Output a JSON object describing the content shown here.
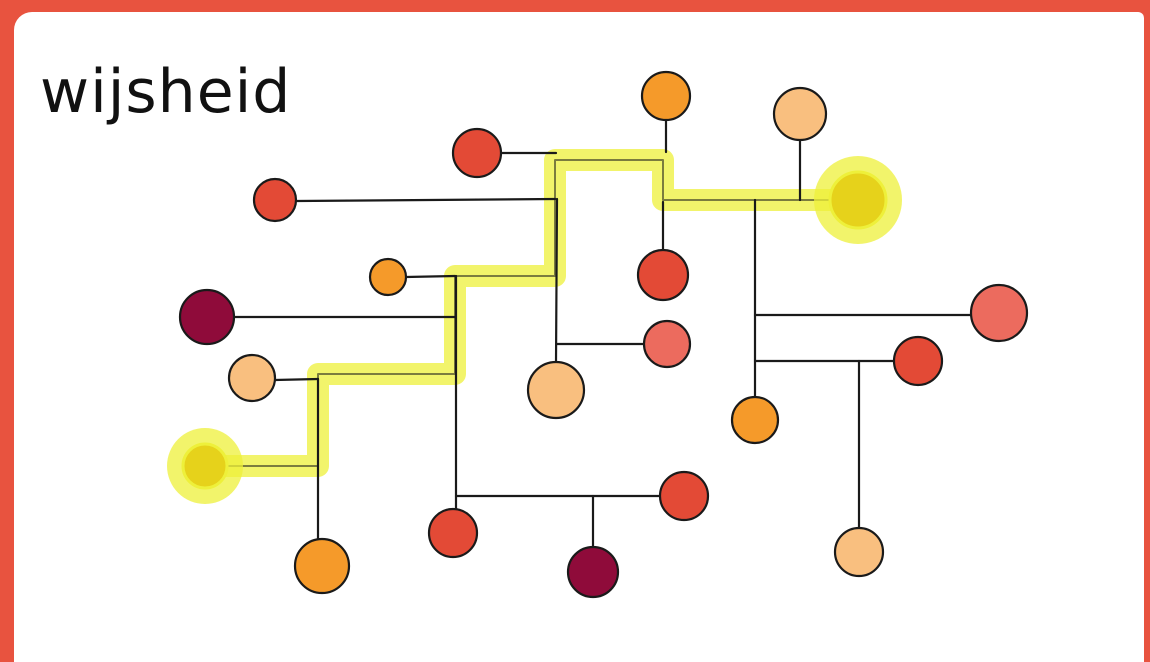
{
  "title": "wijsheid",
  "colors": {
    "frame": "#e8533f",
    "background": "#ffffff",
    "line": "#1a1a1a",
    "highlight": "#eef03a",
    "node_red": "#e34a36",
    "node_orange": "#f59a2a",
    "node_peach": "#f9bf7f",
    "node_salmon": "#ec6b5e",
    "node_maroon": "#8f0b3a",
    "node_yellow": "#e6d21b"
  },
  "diagram": {
    "nodes": [
      {
        "id": "n1",
        "fill": "node_red"
      },
      {
        "id": "n2",
        "fill": "node_red"
      },
      {
        "id": "n3",
        "fill": "node_orange"
      },
      {
        "id": "n4",
        "fill": "node_peach"
      },
      {
        "id": "n5",
        "fill": "node_yellow",
        "highlighted": true
      },
      {
        "id": "n6",
        "fill": "node_orange"
      },
      {
        "id": "n7",
        "fill": "node_maroon"
      },
      {
        "id": "n8",
        "fill": "node_red"
      },
      {
        "id": "n9",
        "fill": "node_peach"
      },
      {
        "id": "n10",
        "fill": "node_salmon"
      },
      {
        "id": "n11",
        "fill": "node_peach"
      },
      {
        "id": "n12",
        "fill": "node_salmon"
      },
      {
        "id": "n13",
        "fill": "node_red"
      },
      {
        "id": "n14",
        "fill": "node_orange"
      },
      {
        "id": "n15",
        "fill": "node_yellow",
        "highlighted": true
      },
      {
        "id": "n16",
        "fill": "node_orange"
      },
      {
        "id": "n17",
        "fill": "node_red"
      },
      {
        "id": "n18",
        "fill": "node_red"
      },
      {
        "id": "n19",
        "fill": "node_maroon"
      },
      {
        "id": "n20",
        "fill": "node_peach"
      }
    ],
    "highlighted_path": [
      "n15",
      "n5"
    ]
  }
}
